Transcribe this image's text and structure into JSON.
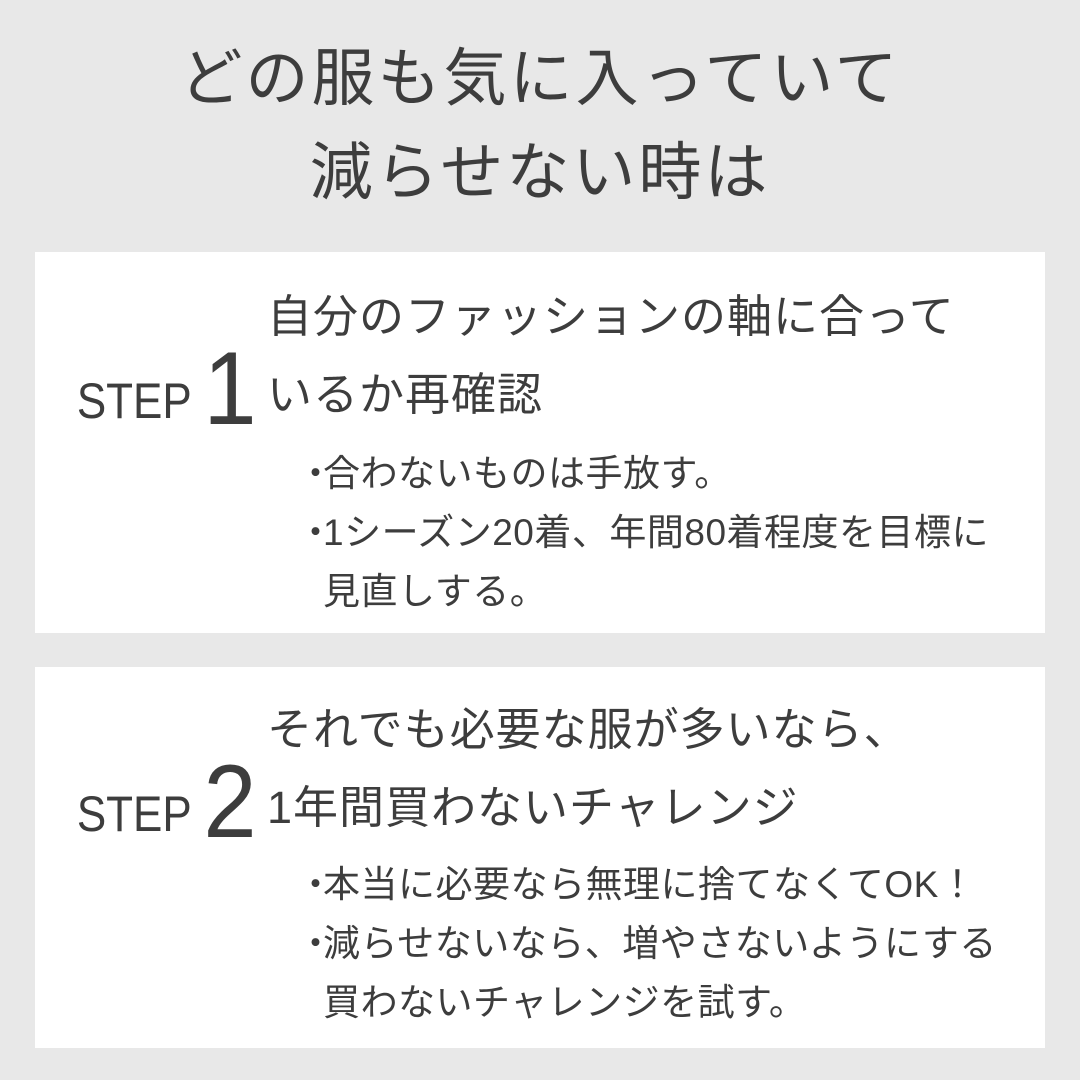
{
  "background_color": "#e8e8e8",
  "card_color": "#ffffff",
  "text_color": "#3d3d3d",
  "title": {
    "line1": "どの服も気に入っていて",
    "line2": "減らせない時は"
  },
  "steps": [
    {
      "label": "STEP",
      "number": "1",
      "heading_line1": "自分のファッションの軸に合って",
      "heading_line2": "いるか再確認",
      "bullet_mark": "・",
      "bullets": [
        "合わないものは手放す。",
        "1シーズン20着、年間80着程度を目標に\n見直しする。"
      ]
    },
    {
      "label": "STEP",
      "number": "2",
      "heading_line1": "それでも必要な服が多いなら、",
      "heading_line2": "1年間買わないチャレンジ",
      "bullet_mark": "・",
      "bullets": [
        "本当に必要なら無理に捨てなくてOK！",
        "減らせないなら、増やさないようにする\n買わないチャレンジを試す。"
      ]
    }
  ]
}
